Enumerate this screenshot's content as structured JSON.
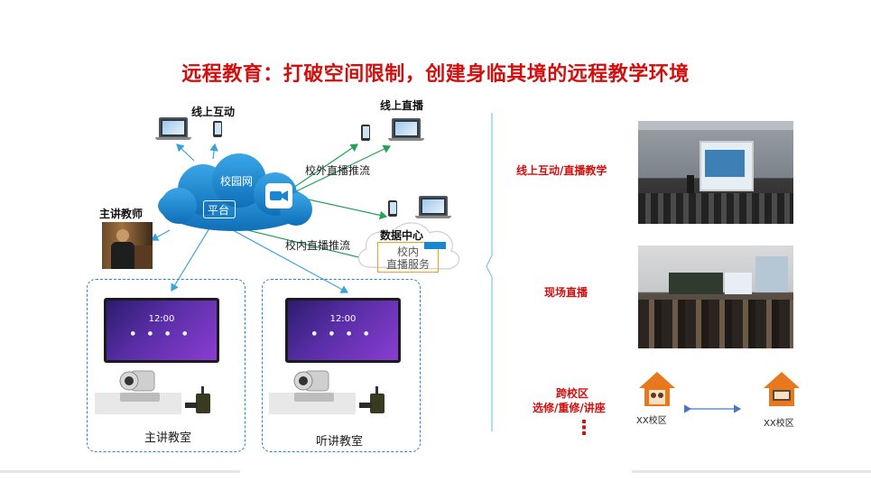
{
  "title": "远程教育：打破空间限制，创建身临其境的远程教学环境",
  "diagram": {
    "online_interaction": "线上互动",
    "online_live": "线上直播",
    "campus_network": "校园网",
    "platform": "平台",
    "offsite_stream": "校外直播推流",
    "onsite_stream": "校内直播推流",
    "data_center": "数据中心",
    "campus_live_service_1": "校内",
    "campus_live_service_2": "直播服务",
    "lead_teacher": "主讲教师",
    "main_classroom": "主讲教室",
    "listening_classroom": "听讲教室",
    "screen_time_1": "12:00",
    "screen_time_2": "12:00"
  },
  "right_panel": {
    "online_live_teaching": "线上互动/直播教学",
    "onsite_live": "现场直播",
    "cross_campus_line1": "跨校区",
    "cross_campus_line2": "选修/重修/讲座",
    "campus_a": "XX校区",
    "campus_b": "XX校区",
    "more_dots": "⋮"
  },
  "colors": {
    "title_red": "#d10f0f",
    "cloud_blue": "#1a86d0",
    "arrow_blue": "#3aa3d8",
    "arrow_green": "#22a35a",
    "house_orange": "#e8781e"
  }
}
